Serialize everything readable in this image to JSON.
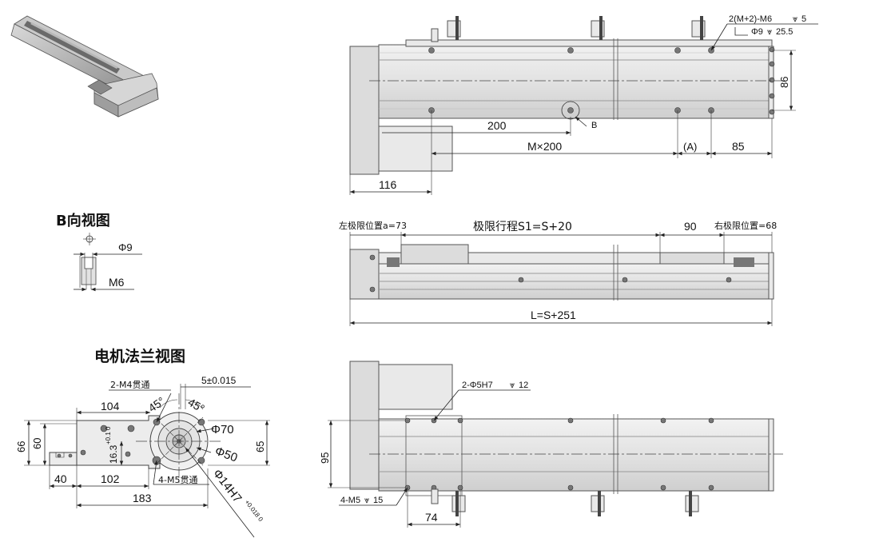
{
  "top_view": {
    "callout_tap": "2(M+2)-M6",
    "callout_tap_depth": "5",
    "callout_cbore": "Φ9",
    "callout_cbore_depth": "25.5",
    "dim_height": "86",
    "dim_pitch": "200",
    "dim_pitch_total": "M×200",
    "dim_remainder": "(A)",
    "dim_end": "85",
    "dim_motor": "116",
    "detail_label": "B"
  },
  "detail_b": {
    "title": "B向视图",
    "dim_counterbore": "Φ9",
    "dim_thread": "M6"
  },
  "side_view": {
    "left_limit": "左极限位置a=73",
    "stroke": "极限行程S1=S+20",
    "carriage": "90",
    "right_limit": "右极限位置=68",
    "total_length": "L=S+251"
  },
  "bottom_view": {
    "pin_callout": "2-Φ5H7",
    "pin_depth": "12",
    "tap_callout": "4-M5",
    "tap_depth": "15",
    "dim_height": "95",
    "dim_spacing": "74"
  },
  "motor_flange": {
    "title": "电机法兰视图",
    "through_top": "2-M4贯通",
    "tolerance": "5±0.015",
    "angle_a": "45°",
    "angle_b": "45°",
    "dim_104": "104",
    "dim_66": "66",
    "dim_60": "60",
    "dim_163": "16.3",
    "dim_163_tol": "+0.1\n0",
    "dim_phi70": "Φ70",
    "dim_phi50": "Φ50",
    "dim_65": "65",
    "through_bottom": "4-M5贯通",
    "dim_40": "40",
    "dim_102": "102",
    "dim_183": "183",
    "dim_phi14": "Φ14H7",
    "dim_phi14_tol": "+0.018\n0"
  }
}
